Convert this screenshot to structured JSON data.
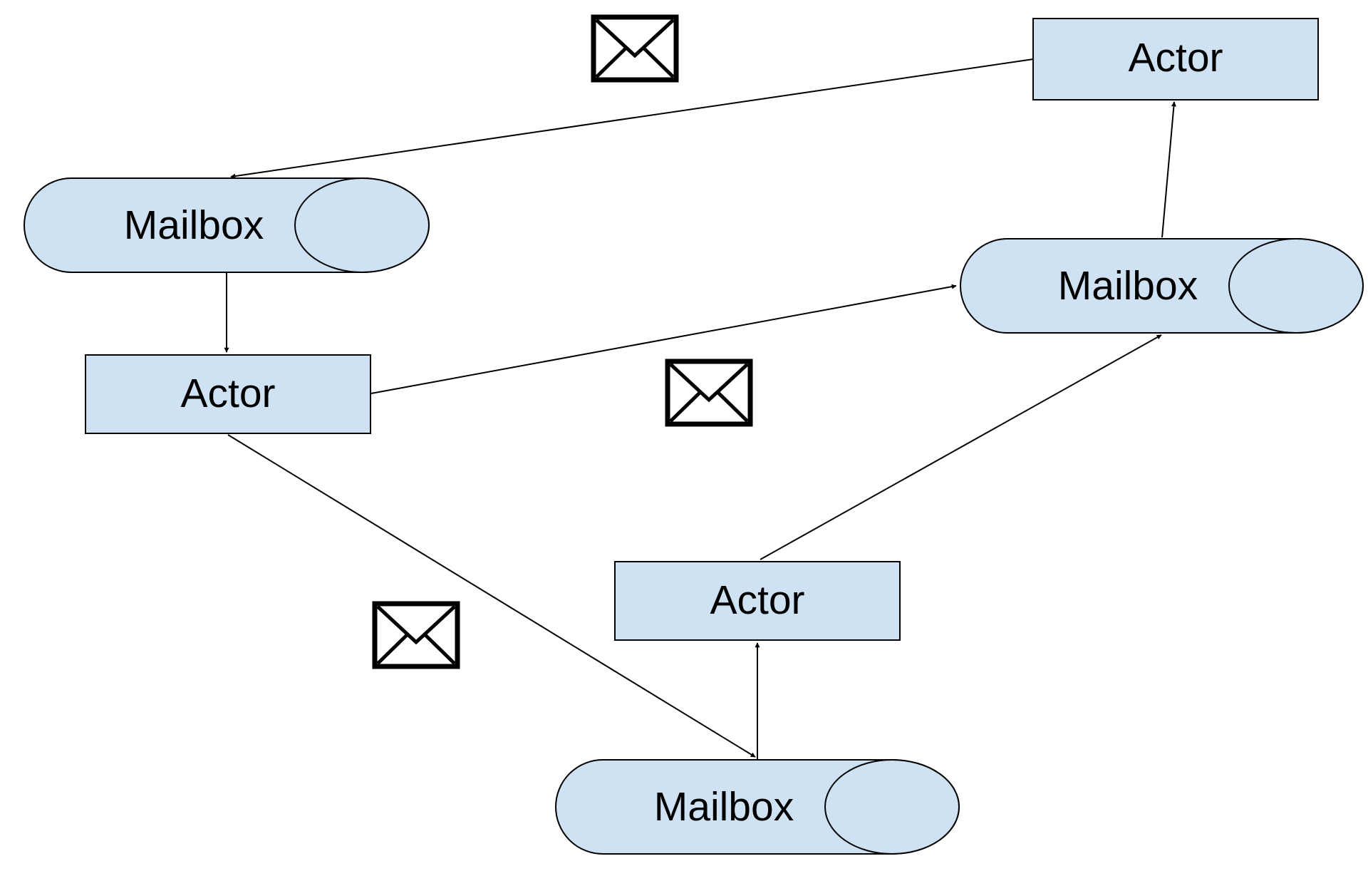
{
  "nodes": {
    "actor_top_right": {
      "label": "Actor"
    },
    "mailbox_left": {
      "label": "Mailbox"
    },
    "actor_left": {
      "label": "Actor"
    },
    "mailbox_right": {
      "label": "Mailbox"
    },
    "actor_bottom": {
      "label": "Actor"
    },
    "mailbox_bottom": {
      "label": "Mailbox"
    }
  },
  "icons": {
    "message": "envelope-icon"
  },
  "colors": {
    "node_fill": "#cfe2f3",
    "stroke": "#000000",
    "background": "#ffffff"
  }
}
